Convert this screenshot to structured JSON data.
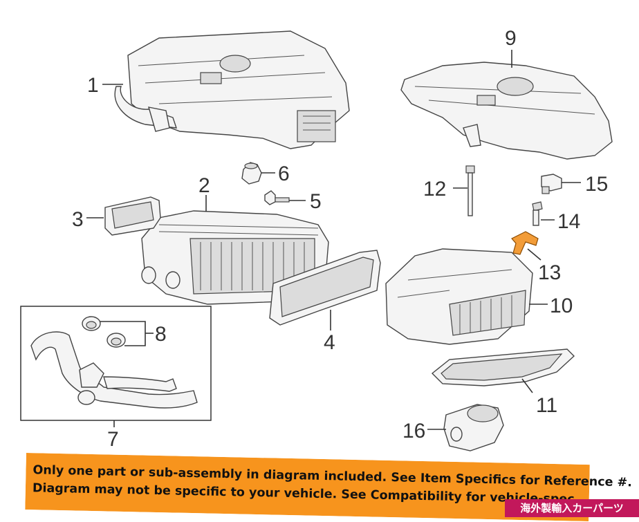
{
  "callouts": {
    "c1": "1",
    "c2": "2",
    "c3": "3",
    "c4": "4",
    "c5": "5",
    "c6": "6",
    "c7": "7",
    "c8": "8",
    "c9": "9",
    "c10": "10",
    "c11": "11",
    "c12": "12",
    "c13": "13",
    "c14": "14",
    "c15": "15",
    "c16": "16"
  },
  "banner": {
    "line1": "Only one part or sub-assembly in diagram included. See Item Specifics for Reference #.",
    "line2": "Diagram may not be specific to your vehicle. See Compatibility for vehicle-spec"
  },
  "seller_tag": "海外製輸入カーパーツ",
  "colors": {
    "banner_bg": "#f7941d",
    "highlight_part": "#f29c38",
    "seller_tag_bg": "#c2185b"
  }
}
